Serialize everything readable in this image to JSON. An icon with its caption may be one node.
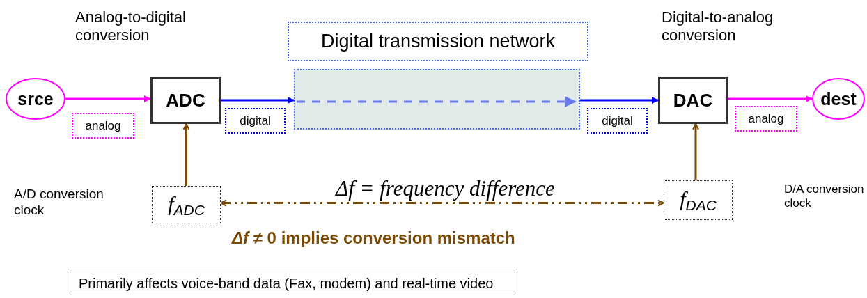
{
  "diagram": {
    "nodes": [
      {
        "text": [
          "srce"
        ]
      },
      {
        "text": [
          "ADC"
        ]
      },
      {
        "text": [
          "Digital transmission network"
        ]
      },
      {
        "text": [],
        "shape": "box"
      },
      {
        "text": [
          "DAC"
        ]
      },
      {
        "text": [
          "dest"
        ]
      },
      {
        "text": [
          "*f*$_{ADC}$"
        ]
      },
      {
        "text": [
          "*f*$_{DAC}$"
        ]
      },
      {
        "text": [
          "Primarily affects voice-band data (Fax, modem) and real-time video"
        ]
      }
    ],
    "edges": [
      {
        "from": 0,
        "to": 1,
        "arrow": "to",
        "label": "analog",
        "color": "#ff00ff"
      },
      {
        "from": 1,
        "to": 3,
        "arrow": "to",
        "label": "digital",
        "color": "#0000ff"
      },
      {
        "from": 3,
        "to": 4,
        "arrow": "to",
        "label": "digital",
        "color": "#0000ff"
      },
      {
        "from": 4,
        "to": 5,
        "arrow": "to",
        "label": "analog",
        "color": "#ff00ff"
      },
      {
        "from": 6,
        "to": 1,
        "arrow": "to"
      },
      {
        "from": 7,
        "to": 4,
        "arrow": "to"
      },
      {
        "from": 6,
        "to": 7,
        "arrow": "both",
        "style": "dashed",
        "label": "Δf = frequency difference"
      }
    ],
    "labels": [
      "Analog-to-digital conversion",
      "Digital-to-analog conversion",
      "A/D conversion clock",
      "D/A conversion clock",
      "*Δf* ≠ 0 implies conversion mismatch"
    ]
  }
}
